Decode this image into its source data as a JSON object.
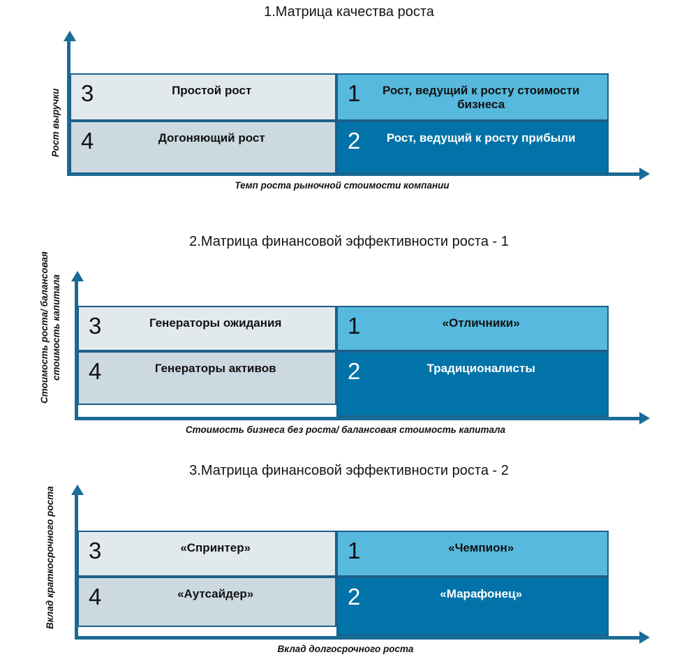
{
  "page": {
    "background": "#ffffff",
    "accent_dark": "#1a6b96",
    "accent_border": "#1c5f8a"
  },
  "colors": {
    "q3": "#e2e9ec",
    "q4": "#cdd9e1",
    "q1": "#56b9dd",
    "q2": "#0273a8"
  },
  "matrices": [
    {
      "title": "1.Матрица качества роста",
      "y_axis_label": "Рост выручки",
      "x_axis_label": "Темп роста рыночной стоимости компании",
      "quadrants": {
        "q3": {
          "number": "3",
          "caption": "Простой рост"
        },
        "q1": {
          "number": "1",
          "caption": "Рост, ведущий к росту стоимости бизнеса"
        },
        "q4": {
          "number": "4",
          "caption": "Догоняющий рост"
        },
        "q2": {
          "number": "2",
          "caption": "Рост, ведущий к росту прибыли"
        }
      }
    },
    {
      "title": "2.Матрица финансовой эффективности роста - 1",
      "y_axis_label": "Стоимость роста/ балансовая\nстоимость капитала",
      "x_axis_label": "Стоимость бизнеса без роста/ балансовая стоимость капитала",
      "quadrants": {
        "q3": {
          "number": "3",
          "caption": "Генераторы ожидания"
        },
        "q1": {
          "number": "1",
          "caption": "«Отличники»"
        },
        "q4": {
          "number": "4",
          "caption": "Генераторы активов"
        },
        "q2": {
          "number": "2",
          "caption": "Традиционалисты"
        }
      }
    },
    {
      "title": "3.Матрица финансовой эффективности роста - 2",
      "y_axis_label": "Вклад краткосрочного роста",
      "x_axis_label": "Вклад долгосрочного роста",
      "quadrants": {
        "q3": {
          "number": "3",
          "caption": "«Спринтер»"
        },
        "q1": {
          "number": "1",
          "caption": "«Чемпион»"
        },
        "q4": {
          "number": "4",
          "caption": "«Аутсайдер»"
        },
        "q2": {
          "number": "2",
          "caption": "«Марафонец»"
        }
      }
    }
  ]
}
